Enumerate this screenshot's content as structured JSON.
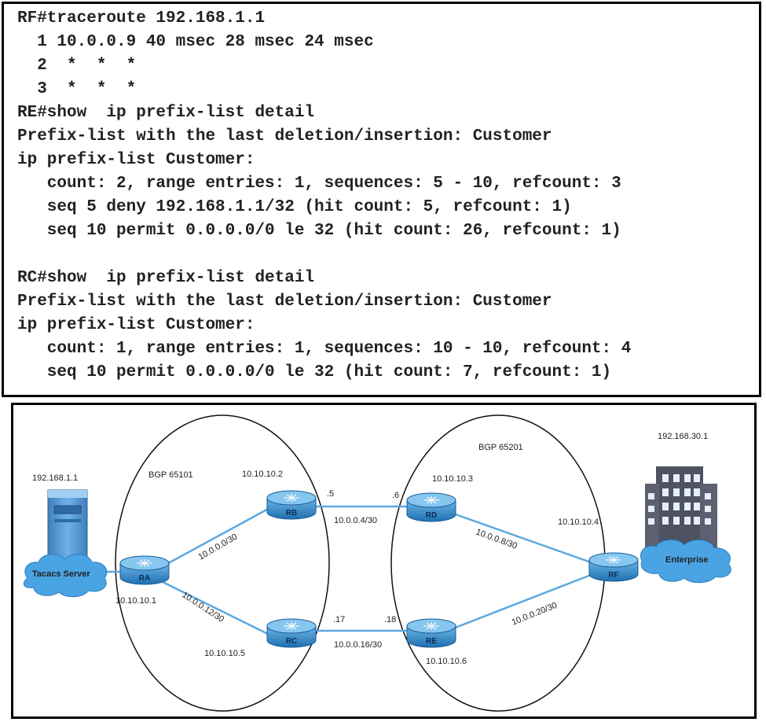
{
  "cli": {
    "lines": [
      "RF#traceroute 192.168.1.1",
      "  1 10.0.0.9 40 msec 28 msec 24 msec",
      "  2  *  *  *",
      "  3  *  *  *",
      "RE#show  ip prefix-list detail",
      "Prefix-list with the last deletion/insertion: Customer",
      "ip prefix-list Customer:",
      "   count: 2, range entries: 1, sequences: 5 - 10, refcount: 3",
      "   seq 5 deny 192.168.1.1/32 (hit count: 5, refcount: 1)",
      "   seq 10 permit 0.0.0.0/0 le 32 (hit count: 26, refcount: 1)",
      "RC#show  ip prefix-list detail",
      "Prefix-list with the last deletion/insertion: Customer",
      "ip prefix-list Customer:",
      "   count: 1, range entries: 1, sequences: 10 - 10, refcount: 4",
      "   seq 10 permit 0.0.0.0/0 le 32 (hit count: 7, refcount: 1)"
    ]
  },
  "diagram": {
    "as_left": "BGP 65101",
    "as_right": "BGP 65201",
    "tacacs": {
      "ip": "192.168.1.1",
      "label": "Tacacs Server"
    },
    "enterprise": {
      "ip": "192.168.30.1",
      "label": "Enterprise"
    },
    "routers": {
      "RA": {
        "name": "RA",
        "loopback": "10.10.10.1"
      },
      "RB": {
        "name": "RB",
        "loopback": "10.10.10.2"
      },
      "RC": {
        "name": "RC",
        "loopback": "10.10.10.5"
      },
      "RD": {
        "name": "RD",
        "loopback": "10.10.10.3"
      },
      "RE": {
        "name": "RE",
        "loopback": "10.10.10.6"
      },
      "RF": {
        "name": "RF",
        "loopback": "10.10.10.4"
      }
    },
    "links": {
      "ra_rb": "10.0.0.0/30",
      "ra_rc": "10.0.0.12/30",
      "rb_rd": "10.0.0.4/30",
      "rc_re": "10.0.0.16/30",
      "rd_rf": "10.0.0.8/30",
      "re_rf": "10.0.0.20/30"
    },
    "host_ids": {
      "rb_side": ".5",
      "rd_side": ".6",
      "rc_side": ".17",
      "re_side": ".18"
    },
    "colors": {
      "router_fill": "#3a8fd0",
      "router_top": "#7cc0ec",
      "link": "#5aa8e0",
      "cloud": "#4aa3e3",
      "building": "#4e5262"
    }
  }
}
